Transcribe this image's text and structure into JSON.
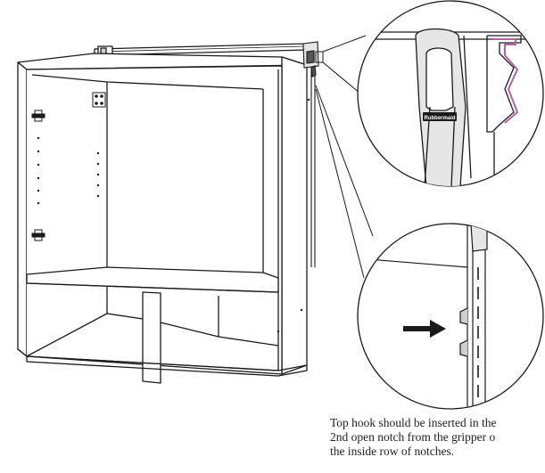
{
  "caption": {
    "line1": "Top hook should be inserted in the",
    "line2": "2nd open notch from the gripper o",
    "line3": "the inside row of notches."
  },
  "brand": {
    "logo_text": "Rubbermaid"
  },
  "colors": {
    "line": "#1a1a1a",
    "hook_accent": "#b0649a",
    "gripper_fill": "#e6e6e6",
    "gripper_dark": "#555555"
  }
}
